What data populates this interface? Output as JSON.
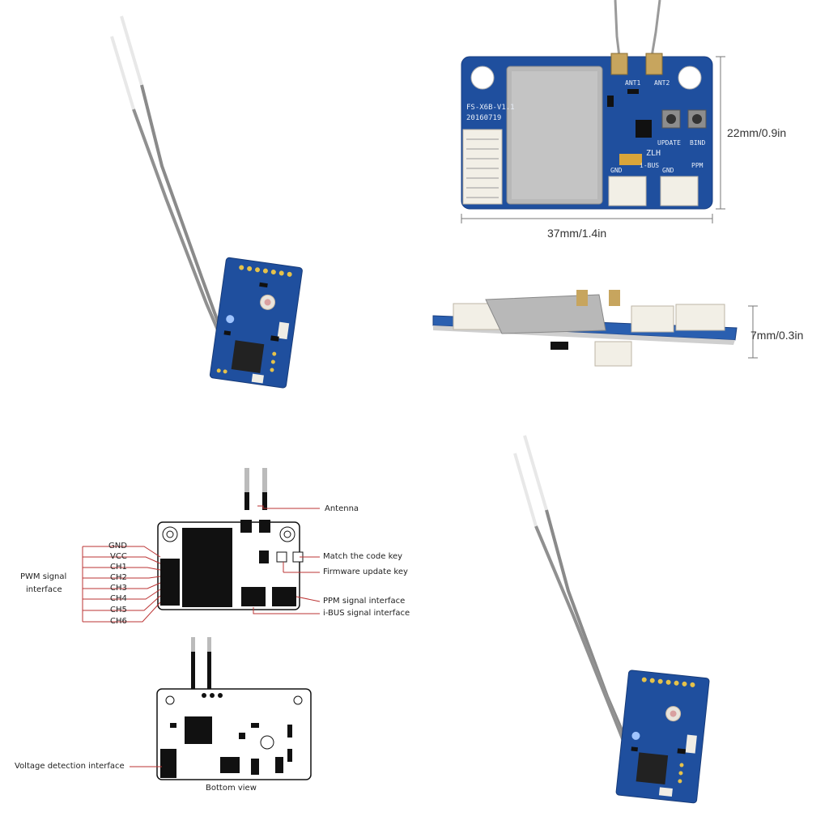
{
  "top_view": {
    "silk_model": "FS-X6B-V1.1",
    "silk_date": "20160719",
    "ant1": "ANT1",
    "ant2": "ANT2",
    "update": "UPDATE",
    "bind": "BIND",
    "zlh": "ZLH",
    "gnd_left": "GND",
    "ibus": "i-BUS",
    "gnd_right": "GND",
    "ppm": "PPM",
    "height_dim": "22mm/0.9in",
    "width_dim": "37mm/1.4in"
  },
  "side_view": {
    "thickness_dim": "7mm/0.3in"
  },
  "diagram_top": {
    "antenna": "Antenna",
    "match_key": "Match the code key",
    "firmware_key": "Firmware update key",
    "ppm_iface": "PPM signal interface",
    "ibus_iface": "i-BUS signal interface",
    "pwm_line1": "PWM signal",
    "pwm_line2": "interface",
    "pins": [
      "GND",
      "VCC",
      "CH1",
      "CH2",
      "CH3",
      "CH4",
      "CH5",
      "CH6"
    ]
  },
  "diagram_bottom": {
    "voltage_iface": "Voltage detection interface",
    "caption": "Bottom view"
  },
  "colors": {
    "pcb_blue": "#1f4f9e",
    "shield": "#b8b8b8",
    "connector": "#f2efe6",
    "antenna_grey": "#8a8a8a"
  }
}
